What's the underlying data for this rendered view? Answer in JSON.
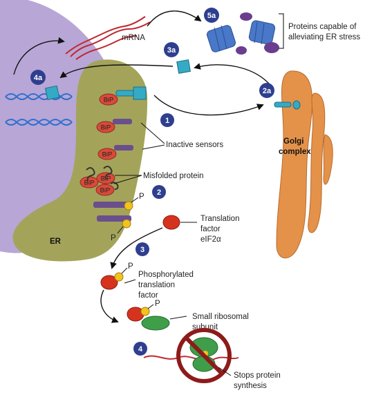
{
  "labels": {
    "mrna": "mRNA",
    "proteins_line1": "Proteins capable of",
    "proteins_line2": "alleviating ER stress",
    "golgi_line1": "Golgi",
    "golgi_line2": "complex",
    "er": "ER",
    "inactive_sensors": "Inactive sensors",
    "misfolded_protein": "Misfolded protein",
    "translation_line1": "Translation",
    "translation_line2": "factor",
    "translation_line3": "eIF2α",
    "phospho_line1": "Phosphorylated",
    "phospho_line2": "translation",
    "phospho_line3": "factor",
    "ribosome_line1": "Small ribosomal",
    "ribosome_line2": "subunit",
    "stops_line1": "Stops protein",
    "stops_line2": "synthesis",
    "p": "P",
    "bip": "BiP"
  },
  "steps": {
    "s5a": "5a",
    "s3a": "3a",
    "s4a": "4a",
    "s2a": "2a",
    "s1": "1",
    "s2": "2",
    "s3": "3",
    "s4": "4"
  },
  "colors": {
    "nucleus": "#b8a6d6",
    "er": "#a3a45a",
    "golgi": "#e4924a",
    "bip": "#d84a3a",
    "sensor": "#6a4f8c",
    "protein_cyan": "#35aac4",
    "badge": "#2e3f8f",
    "mrna": "#c0282f",
    "dna": "#2f6fd0",
    "phosphate": "#f2c21e",
    "ribosome": "#3f9e4a",
    "stop_ring": "#8e1a1a",
    "complex_blue": "#4a78c8",
    "complex_purple": "#6a3d8f"
  }
}
